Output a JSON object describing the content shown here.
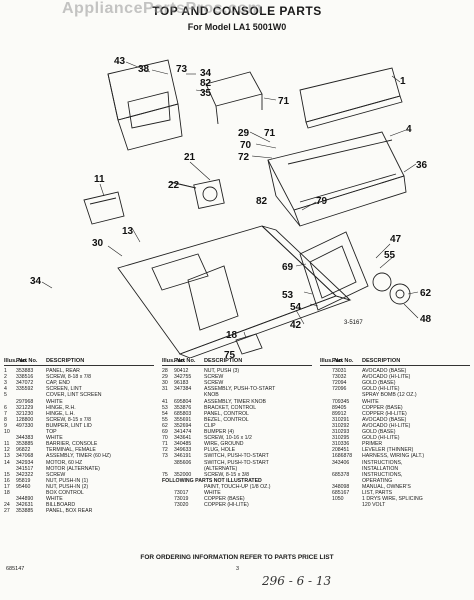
{
  "header": {
    "title": "TOP AND CONSOLE PARTS",
    "model": "For Model LA1 5001W0"
  },
  "watermark": "AppliancePartsPros.com",
  "diagram": {
    "callouts": [
      "43",
      "38",
      "73",
      "82",
      "34",
      "35",
      "1",
      "71",
      "71",
      "29",
      "70",
      "72",
      "36",
      "4",
      "21",
      "22",
      "79",
      "82",
      "11",
      "30",
      "13",
      "34",
      "75",
      "47",
      "55",
      "69",
      "53",
      "54",
      "62",
      "42",
      "48",
      "18"
    ],
    "ref_code": "3-5167"
  },
  "table": {
    "headers": {
      "illus": "Illus. No.",
      "part": "Part No.",
      "desc": "DESCRIPTION"
    },
    "col1": [
      [
        "1",
        "353883",
        "PANEL, REAR"
      ],
      [
        "2",
        "338516",
        "SCREW, 8-18 x 7/8"
      ],
      [
        "3",
        "347072",
        "CAP, END"
      ],
      [
        "4",
        "335592",
        "SCREEN, LINT"
      ],
      [
        "5",
        "",
        "COVER, LINT SCREEN"
      ],
      [
        "",
        "297968",
        "WHITE"
      ],
      [
        "6",
        "321229",
        "HINGE, R.H."
      ],
      [
        "7",
        "321230",
        "HINGE, L.H."
      ],
      [
        "8",
        "128800",
        "SCREW, 8-15 x 7/8"
      ],
      [
        "9",
        "497330",
        "BUMPER, LINT LID"
      ],
      [
        "10",
        "",
        "TOP"
      ],
      [
        "",
        "344383",
        "WHITE"
      ],
      [
        "11",
        "353885",
        "BARRIER, CONSOLE"
      ],
      [
        "12",
        "96822",
        "TERMINAL, FEMALE"
      ],
      [
        "13",
        "347068",
        "ASSEMBLY, TIMER (60 HZ)"
      ],
      [
        "14",
        "342934",
        "MOTOR, 60 HZ"
      ],
      [
        "",
        "341517",
        "MOTOR (ALTERNATE)"
      ],
      [
        "15",
        "342322",
        "SCREW"
      ],
      [
        "16",
        "95819",
        "NUT, PUSH-IN (1)"
      ],
      [
        "17",
        "95460",
        "NUT, PUSH-IN (2)"
      ],
      [
        "18",
        "",
        "BOX CONTROL"
      ],
      [
        "",
        "344890",
        "WHITE"
      ],
      [
        "24",
        "342631",
        "BILLBOARD"
      ],
      [
        "27",
        "353885",
        "PANEL, BOX REAR"
      ]
    ],
    "col2": [
      [
        "28",
        "90412",
        "NUT, PUSH (3)"
      ],
      [
        "29",
        "342755",
        "SCREW"
      ],
      [
        "30",
        "96183",
        "SCREW"
      ],
      [
        "31",
        "347384",
        "ASSEMBLY, PUSH-TO-START"
      ],
      [
        "",
        "",
        "KNOB"
      ],
      [
        "41",
        "695804",
        "ASSEMBLY, TIMER KNOB"
      ],
      [
        "53",
        "353876",
        "BRACKET, CONTROL"
      ],
      [
        "54",
        "685803",
        "PANEL, CONTROL"
      ],
      [
        "55",
        "355691",
        "BEZEL, CONTROL"
      ],
      [
        "62",
        "352694",
        "CLIP"
      ],
      [
        "69",
        "341474",
        "BUMPER (4)"
      ],
      [
        "70",
        "343641",
        "SCREW, 10-16 x 1/2"
      ],
      [
        "71",
        "340485",
        "WIRE, GROUND"
      ],
      [
        "72",
        "349633",
        "PLUG, HOLE"
      ],
      [
        "73",
        "346191",
        "SWITCH, PUSH-TO-START"
      ],
      [
        "",
        "385606",
        "SWITCH, PUSH-TO-START"
      ],
      [
        "",
        "",
        "(ALTERNATE)"
      ],
      [
        "75",
        "352000",
        "SCREW, 8-15 x 3/8"
      ]
    ],
    "notes_heading": "FOLLOWING PARTS NOT ILLUSTRATED",
    "col2_extra": [
      [
        "",
        "",
        "PAINT, TOUCH-UP (1/8 OZ.)"
      ],
      [
        "",
        "73017",
        "WHITE"
      ],
      [
        "",
        "73019",
        "COPPER (BASE)"
      ],
      [
        "",
        "73020",
        "COPPER (HI-LITE)"
      ]
    ],
    "col3": [
      [
        "",
        "73031",
        "AVOCADO (BASE)"
      ],
      [
        "",
        "73032",
        "AVOCADO (HI-LITE)"
      ],
      [
        "",
        "72094",
        "GOLD (BASE)"
      ],
      [
        "",
        "72096",
        "GOLD (HI-LITE)"
      ],
      [
        "",
        "",
        "SPRAY BOMB (12 OZ.)"
      ],
      [
        "",
        "709345",
        "WHITE"
      ],
      [
        "",
        "89405",
        "COPPER (BASE)"
      ],
      [
        "",
        "89912",
        "COPPER (HI-LITE)"
      ],
      [
        "",
        "310291",
        "AVOCADO (BASE)"
      ],
      [
        "",
        "310292",
        "AVOCADO (HI-LITE)"
      ],
      [
        "",
        "310293",
        "GOLD (BASE)"
      ],
      [
        "",
        "310295",
        "GOLD (HI-LITE)"
      ],
      [
        "",
        "310336",
        "PRIMER"
      ],
      [
        "",
        "208451",
        "LEVELER (THINNER)"
      ],
      [
        "",
        "1686878",
        "HARNESS, WIRING (ALT.)"
      ],
      [
        "",
        "343406",
        "INSTRUCTIONS,"
      ],
      [
        "",
        "",
        "INSTALLATION"
      ],
      [
        "",
        "685378",
        "INSTRUCTIONS,"
      ],
      [
        "",
        "",
        "OPERATING"
      ],
      [
        "",
        "348098",
        "MANUAL, OWNER'S"
      ],
      [
        "",
        "685167",
        "LIST, PARTS"
      ],
      [
        "",
        "",
        ""
      ],
      [
        "",
        "1050",
        "1 DRYS WIRE, SPLICING"
      ],
      [
        "",
        "",
        "120 VOLT"
      ]
    ]
  },
  "footer": {
    "order_note": "FOR ORDERING INFORMATION REFER TO PARTS PRICE LIST",
    "left_code": "685147",
    "page": "3",
    "handwritten": "296 - 6 - 13"
  }
}
